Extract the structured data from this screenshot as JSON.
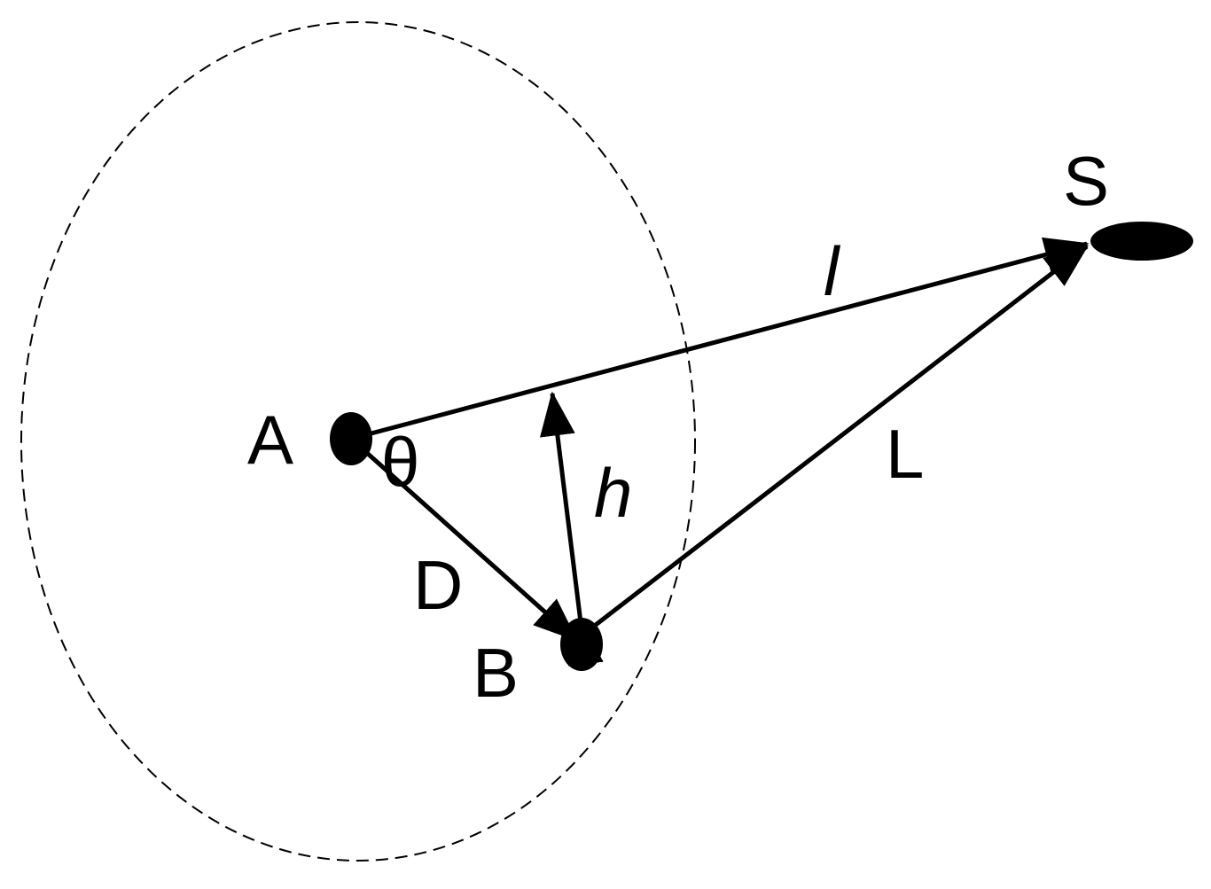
{
  "labels": {
    "A": "A",
    "B": "B",
    "S": "S",
    "D": "D",
    "L": "L",
    "l": "l",
    "h": "h",
    "theta": "θ"
  },
  "colors": {
    "ink": "#000000",
    "background": "#ffffff"
  }
}
